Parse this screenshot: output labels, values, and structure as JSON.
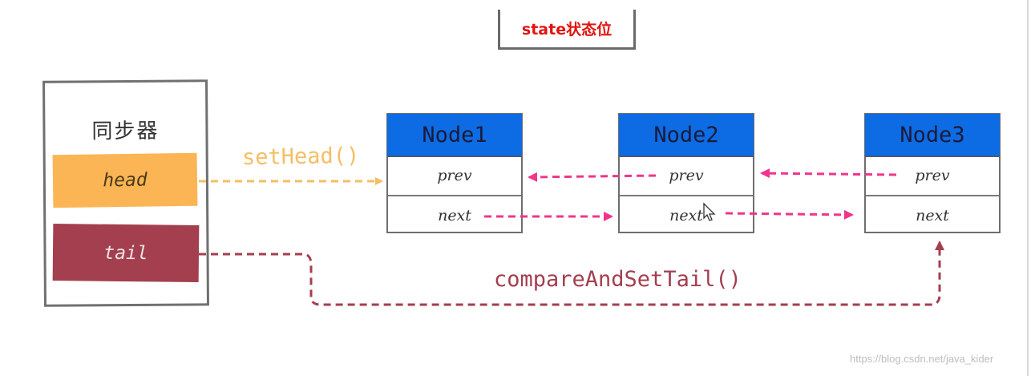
{
  "state_label": "state状态位",
  "synchronizer": {
    "title": "同步器",
    "head_label": "head",
    "tail_label": "tail"
  },
  "nodes": [
    {
      "name": "Node1",
      "prev": "prev",
      "next": "next"
    },
    {
      "name": "Node2",
      "prev": "prev",
      "next": "next"
    },
    {
      "name": "Node3",
      "prev": "prev",
      "next": "next"
    }
  ],
  "edges": {
    "set_head": "setHead()",
    "compare_and_set_tail": "compareAndSetTail()"
  },
  "colors": {
    "head": "#fbb554",
    "tail": "#a33f4f",
    "node_header": "#0d6be3",
    "link_arrow": "#f0358a",
    "state_text": "#e0140f"
  },
  "watermark": "https://blog.csdn.net/java_kider"
}
